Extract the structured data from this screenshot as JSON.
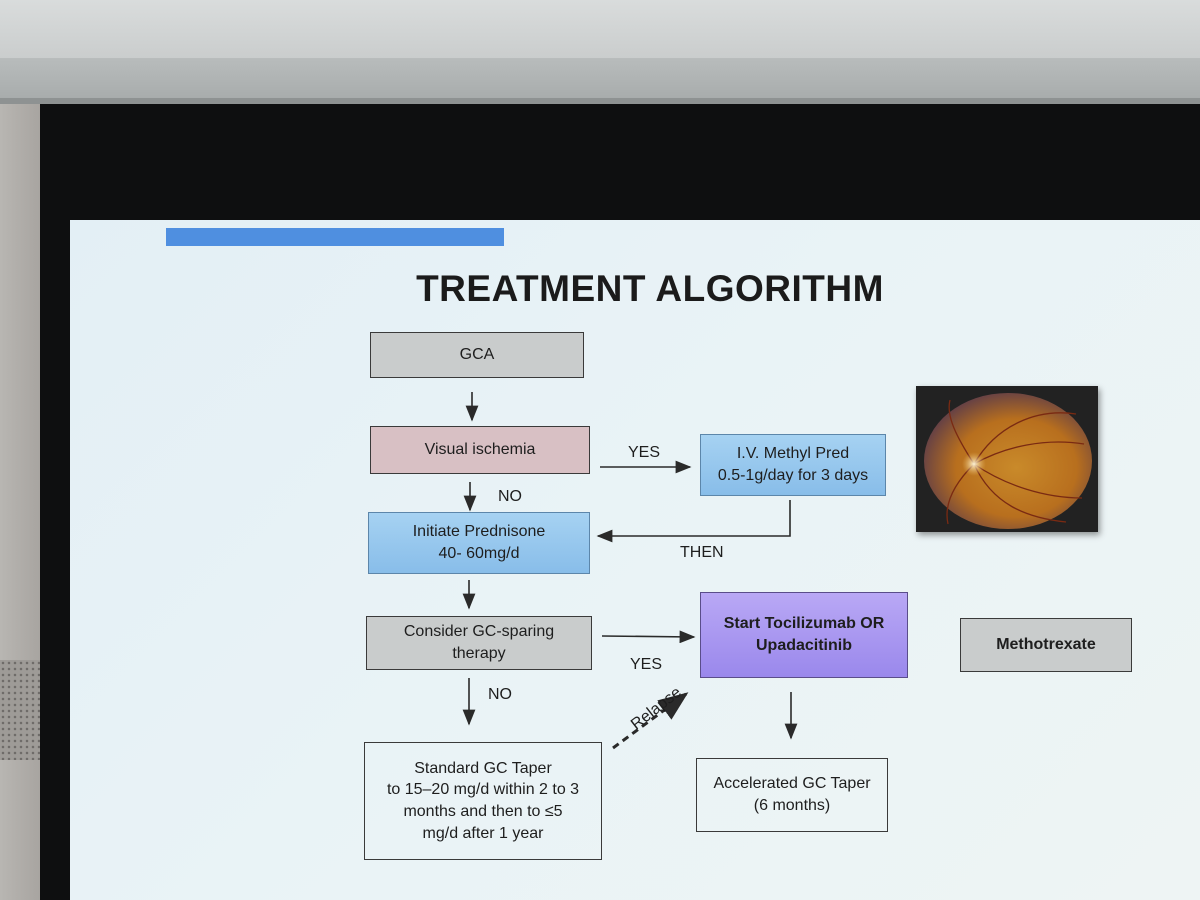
{
  "slide": {
    "title": "TREATMENT ALGORITHM",
    "colors": {
      "accent_bar": "#4f8fe0",
      "blue_box": "#9bc9ef",
      "violet_box": "#a896f0",
      "pink_box": "#d8c0c4",
      "gray_box": "#c9cccc"
    },
    "boxes": {
      "gca": "GCA",
      "visual_ischemia": "Visual ischemia",
      "iv_methyl_pred_line1": "I.V. Methyl Pred",
      "iv_methyl_pred_line2": "0.5-1g/day for 3 days",
      "prednisone_line1": "Initiate Prednisone",
      "prednisone_line2": "40- 60mg/d",
      "gc_sparing_line1": "Consider GC-sparing",
      "gc_sparing_line2": "therapy",
      "tocilizumab_line1": "Start Tocilizumab OR",
      "tocilizumab_line2": "Upadacitinib",
      "methotrexate": "Methotrexate",
      "standard_taper_line1": "Standard GC Taper",
      "standard_taper_line2": "to 15–20 mg/d within 2 to 3",
      "standard_taper_line3": "months and then to ≤5",
      "standard_taper_line4": "mg/d after 1 year",
      "accelerated_taper_line1": "Accelerated GC Taper",
      "accelerated_taper_line2": "(6 months)"
    },
    "labels": {
      "yes_top": "YES",
      "no_top": "NO",
      "then": "THEN",
      "yes_bottom": "YES",
      "no_bottom": "NO",
      "relapse": "Relapse"
    },
    "image": {
      "icon": "retina-fundus-photo"
    }
  }
}
